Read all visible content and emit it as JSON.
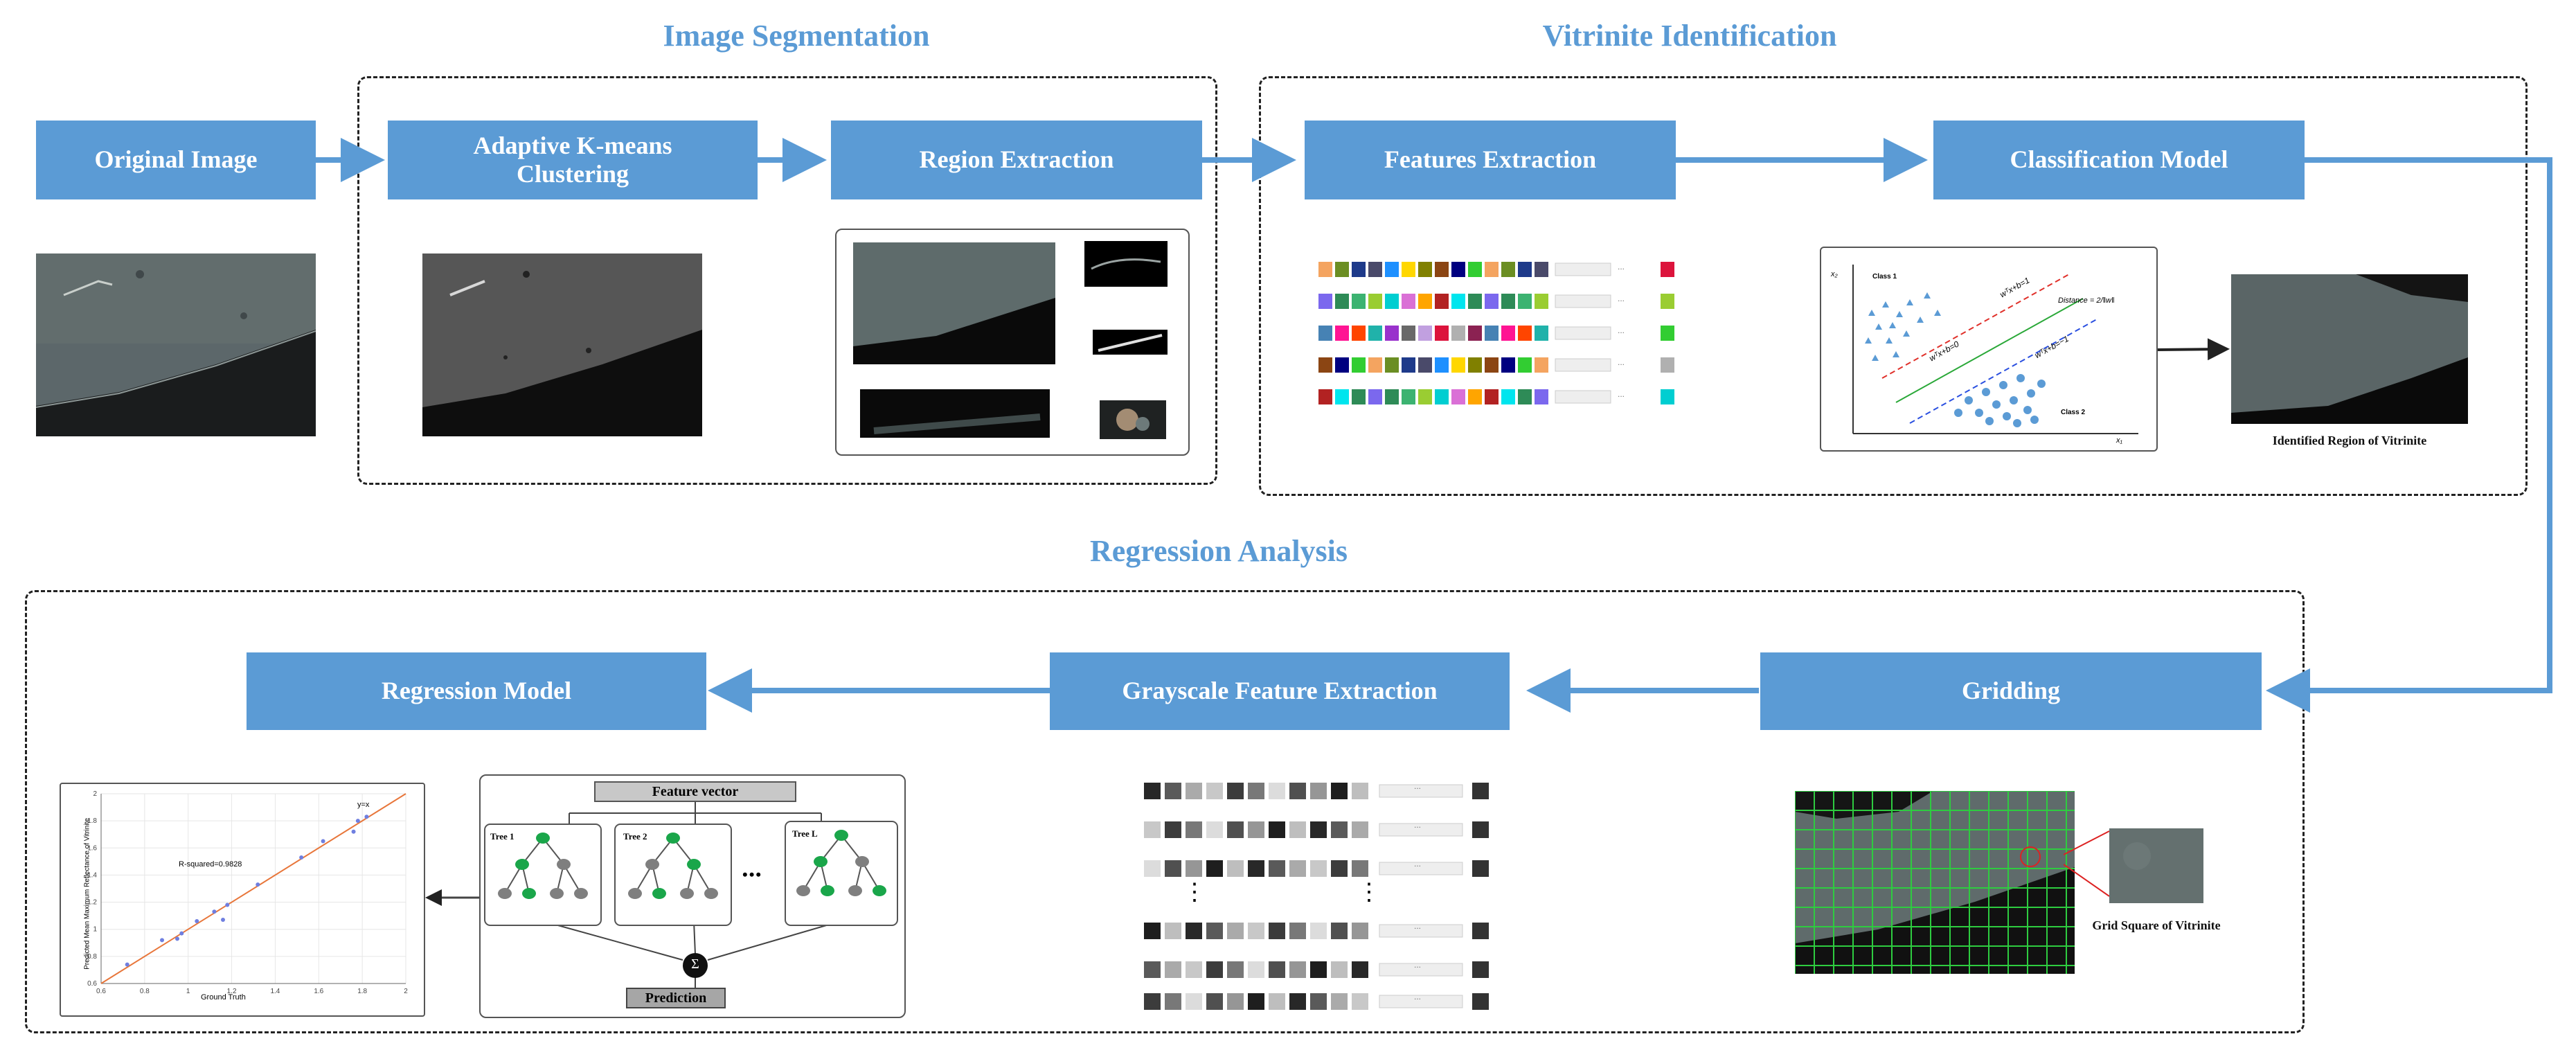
{
  "sections": {
    "image_segmentation": "Image Segmentation",
    "vitrinite_identification": "Vitrinite Identification",
    "regression_analysis": "Regression Analysis"
  },
  "process_boxes": {
    "original_image": "Original Image",
    "adaptive_kmeans": "Adaptive K-means Clustering",
    "region_extraction": "Region Extraction",
    "features_extraction": "Features Extraction",
    "classification_model": "Classification Model",
    "gridding": "Gridding",
    "grayscale_feature_extraction": "Grayscale Feature Extraction",
    "regression_model": "Regression Model"
  },
  "captions": {
    "identified_region": "Identified Region of Vitrinite",
    "grid_square": "Grid Square of Vitrinite"
  },
  "svm": {
    "class1": "Class 1",
    "class2": "Class 2",
    "eq_plus": "wᵀx+b=1",
    "eq_zero": "wᵀx+b=0",
    "eq_minus": "wᵀx+b=−1",
    "distance": "Distance = 2/‖w‖",
    "x1": "x₁",
    "x2": "x₂"
  },
  "random_forest": {
    "feature_vector": "Feature vector",
    "tree1": "Tree 1",
    "tree2": "Tree 2",
    "treeL": "Tree L",
    "ellipsis": "•••",
    "sum_symbol": "Σ",
    "prediction": "Prediction"
  },
  "scatter_plot": {
    "r_squared": "R-squared=0.9828",
    "line_label": "y=x",
    "xlabel": "Ground Truth",
    "ylabel": "Predicted Mean Maximum Reflectance of Vitrinite",
    "ticks": [
      "0.6",
      "0.8",
      "1",
      "1.2",
      "1.4",
      "1.6",
      "1.8",
      "2"
    ]
  },
  "feature_rows": {
    "ellipsis": "...",
    "vertical_dots": "⋮"
  },
  "colors": {
    "accent_blue": "#5b9bd5",
    "dashed_border": "#222222",
    "tree_green": "#1aa64a",
    "tree_gray": "#7f7f7f",
    "grid_green": "#2ecc40",
    "fit_line": "#e8763a"
  }
}
